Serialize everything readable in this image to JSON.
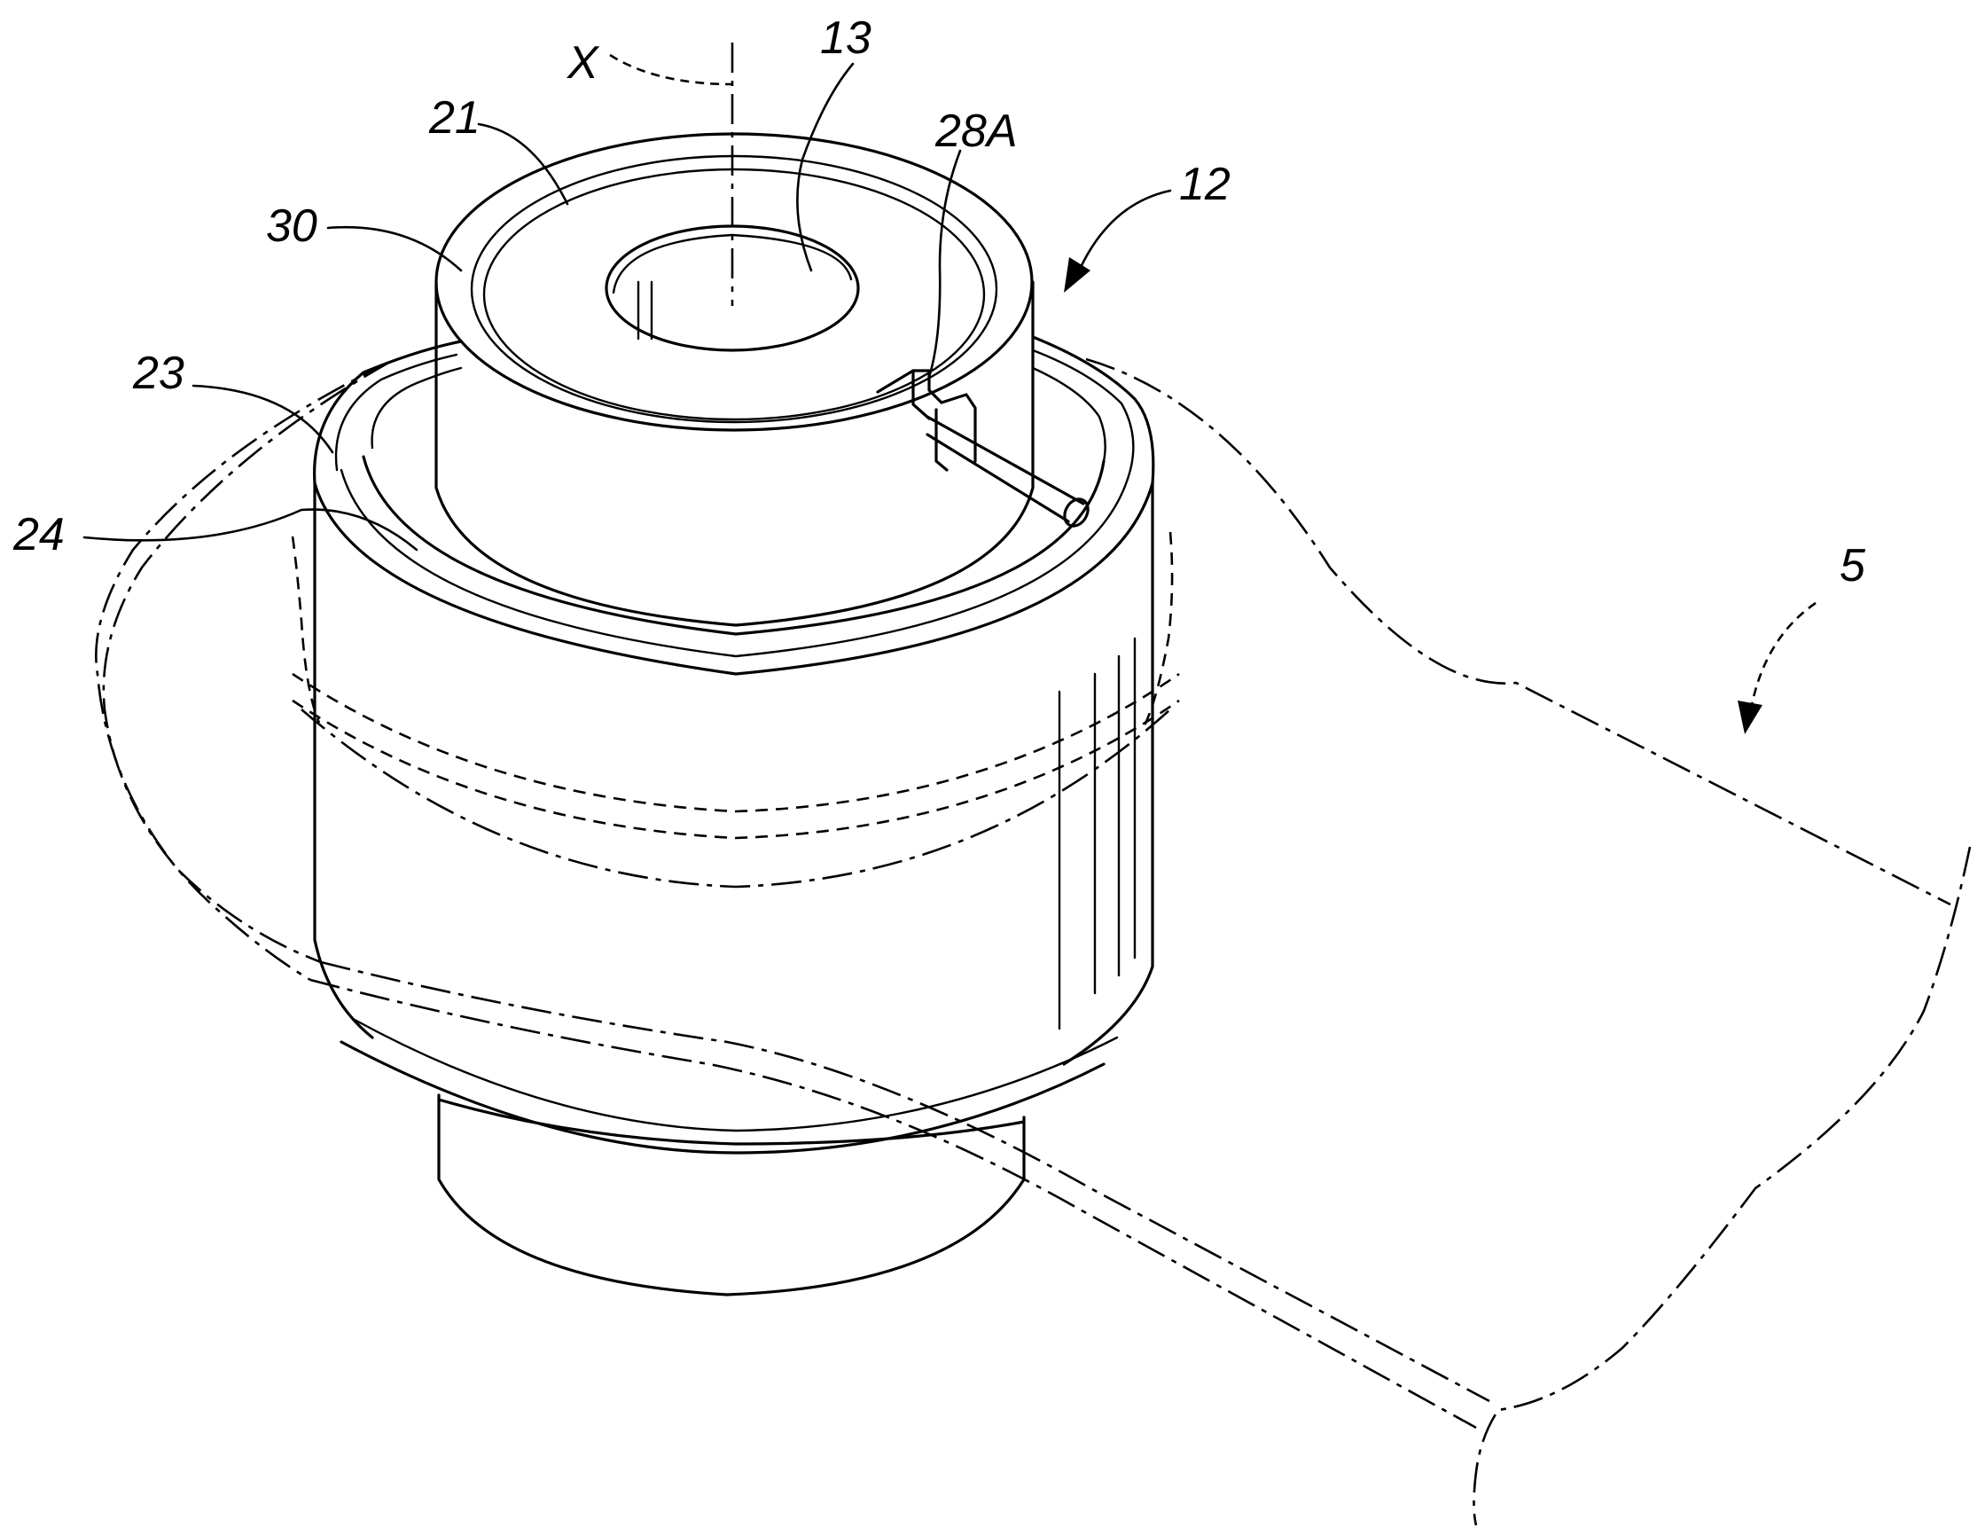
{
  "figure": {
    "reference_labels": {
      "axis": "X",
      "bore": "13",
      "inner_ring_top": "21",
      "slot_feature": "28A",
      "assembly": "12",
      "outer_housing": "23",
      "annular_gap": "24",
      "inner_sleeve": "30",
      "arm": "5"
    }
  }
}
